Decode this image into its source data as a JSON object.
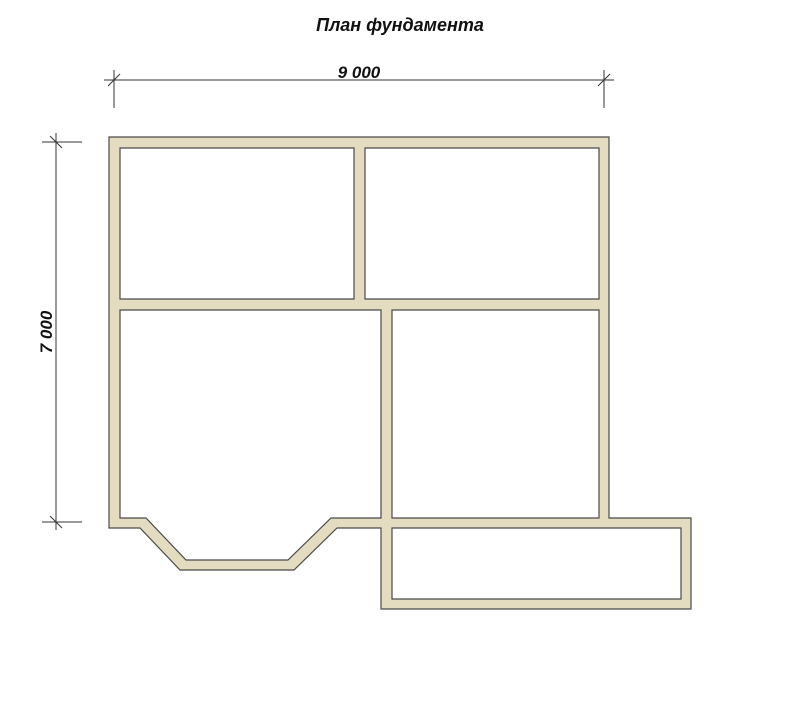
{
  "title": "План фундамента",
  "dimensions": {
    "width_label": "9 000",
    "height_label": "7 000"
  },
  "colors": {
    "wall_fill": "#e4dcc0",
    "wall_stroke": "#4a4a4a",
    "background": "#ffffff",
    "dimension_line": "#333333",
    "text": "#111111"
  }
}
